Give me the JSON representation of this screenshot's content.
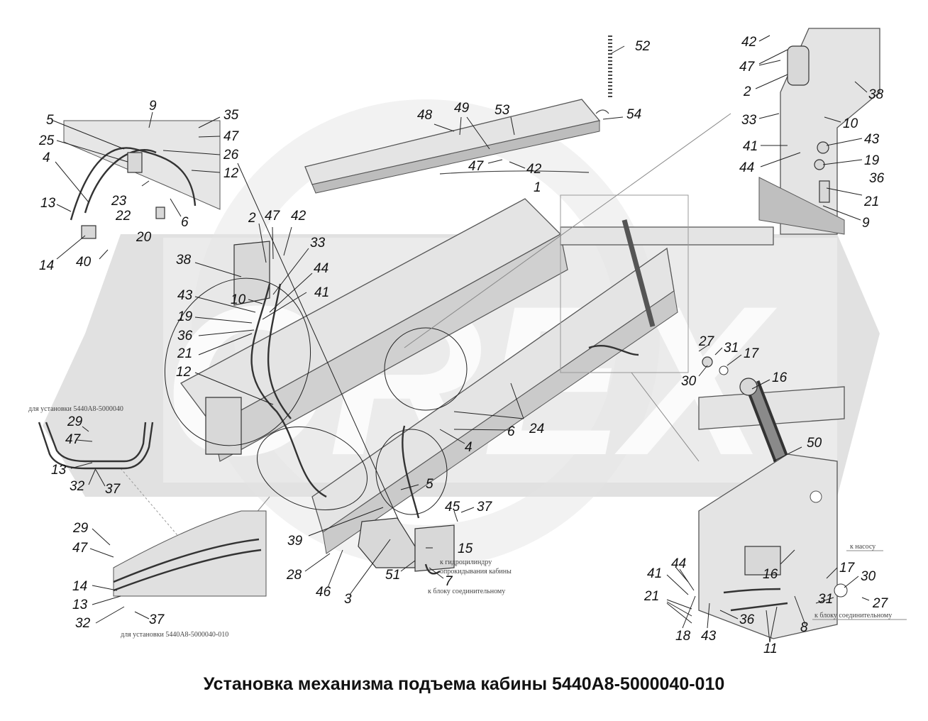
{
  "title": "Установка механизма подъема кабины 5440А8-5000040-010",
  "watermark": "OREX",
  "notes": {
    "install_a": "для установки 5440А8-5000040",
    "install_b": "для установки 5440А8-5000040-010",
    "to_cylinder": "к гидроцилиндру",
    "tipping": "опрокидывания кабины",
    "to_block": "к блоку соединительному",
    "to_block2": "к блоку соединительному",
    "to_pump": "к насосу"
  },
  "callouts": [
    {
      "id": "c52",
      "label": "52"
    },
    {
      "id": "c54",
      "label": "54"
    },
    {
      "id": "c48",
      "label": "48"
    },
    {
      "id": "c49",
      "label": "49"
    },
    {
      "id": "c53",
      "label": "53"
    },
    {
      "id": "c47a",
      "label": "47"
    },
    {
      "id": "c42a",
      "label": "42"
    },
    {
      "id": "c1",
      "label": "1"
    },
    {
      "id": "c42b",
      "label": "42"
    },
    {
      "id": "c47b",
      "label": "47"
    },
    {
      "id": "c2a",
      "label": "2"
    },
    {
      "id": "c38a",
      "label": "38"
    },
    {
      "id": "c33a",
      "label": "33"
    },
    {
      "id": "c10a",
      "label": "10"
    },
    {
      "id": "c43a",
      "label": "43"
    },
    {
      "id": "c41a",
      "label": "41"
    },
    {
      "id": "c19a",
      "label": "19"
    },
    {
      "id": "c44a",
      "label": "44"
    },
    {
      "id": "c36a",
      "label": "36"
    },
    {
      "id": "c21a",
      "label": "21"
    },
    {
      "id": "c9a",
      "label": "9"
    },
    {
      "id": "c9b",
      "label": "9"
    },
    {
      "id": "c35",
      "label": "35"
    },
    {
      "id": "c5a",
      "label": "5"
    },
    {
      "id": "c47c",
      "label": "47"
    },
    {
      "id": "c25",
      "label": "25"
    },
    {
      "id": "c26",
      "label": "26"
    },
    {
      "id": "c4a",
      "label": "4"
    },
    {
      "id": "c12a",
      "label": "12"
    },
    {
      "id": "c23",
      "label": "23"
    },
    {
      "id": "c22",
      "label": "22"
    },
    {
      "id": "c13a",
      "label": "13"
    },
    {
      "id": "c6a",
      "label": "6"
    },
    {
      "id": "c20",
      "label": "20"
    },
    {
      "id": "c14a",
      "label": "14"
    },
    {
      "id": "c40",
      "label": "40"
    },
    {
      "id": "c2b",
      "label": "2"
    },
    {
      "id": "c47d",
      "label": "47"
    },
    {
      "id": "c42c",
      "label": "42"
    },
    {
      "id": "c33b",
      "label": "33"
    },
    {
      "id": "c38b",
      "label": "38"
    },
    {
      "id": "c44b",
      "label": "44"
    },
    {
      "id": "c43b",
      "label": "43"
    },
    {
      "id": "c10b",
      "label": "10"
    },
    {
      "id": "c41b",
      "label": "41"
    },
    {
      "id": "c19b",
      "label": "19"
    },
    {
      "id": "c36b",
      "label": "36"
    },
    {
      "id": "c21b",
      "label": "21"
    },
    {
      "id": "c12b",
      "label": "12"
    },
    {
      "id": "c27a",
      "label": "27"
    },
    {
      "id": "c31a",
      "label": "31"
    },
    {
      "id": "c17a",
      "label": "17"
    },
    {
      "id": "c30a",
      "label": "30"
    },
    {
      "id": "c16a",
      "label": "16"
    },
    {
      "id": "c24",
      "label": "24"
    },
    {
      "id": "c6b",
      "label": "6"
    },
    {
      "id": "c4b",
      "label": "4"
    },
    {
      "id": "c50",
      "label": "50"
    },
    {
      "id": "c29a",
      "label": "29"
    },
    {
      "id": "c47e",
      "label": "47"
    },
    {
      "id": "c13b",
      "label": "13"
    },
    {
      "id": "c32a",
      "label": "32"
    },
    {
      "id": "c37a",
      "label": "37"
    },
    {
      "id": "c5b",
      "label": "5"
    },
    {
      "id": "c45",
      "label": "45"
    },
    {
      "id": "c37b",
      "label": "37"
    },
    {
      "id": "c39",
      "label": "39"
    },
    {
      "id": "c15",
      "label": "15"
    },
    {
      "id": "c28",
      "label": "28"
    },
    {
      "id": "c51",
      "label": "51"
    },
    {
      "id": "c7",
      "label": "7"
    },
    {
      "id": "c46",
      "label": "46"
    },
    {
      "id": "c3",
      "label": "3"
    },
    {
      "id": "c29b",
      "label": "29"
    },
    {
      "id": "c47f",
      "label": "47"
    },
    {
      "id": "c14b",
      "label": "14"
    },
    {
      "id": "c13c",
      "label": "13"
    },
    {
      "id": "c32b",
      "label": "32"
    },
    {
      "id": "c37c",
      "label": "37"
    },
    {
      "id": "c44c",
      "label": "44"
    },
    {
      "id": "c41c",
      "label": "41"
    },
    {
      "id": "c21c",
      "label": "21"
    },
    {
      "id": "c16b",
      "label": "16"
    },
    {
      "id": "c17b",
      "label": "17"
    },
    {
      "id": "c30b",
      "label": "30"
    },
    {
      "id": "c31b",
      "label": "31"
    },
    {
      "id": "c27b",
      "label": "27"
    },
    {
      "id": "c36c",
      "label": "36"
    },
    {
      "id": "c8",
      "label": "8"
    },
    {
      "id": "c18",
      "label": "18"
    },
    {
      "id": "c43c",
      "label": "43"
    },
    {
      "id": "c11",
      "label": "11"
    }
  ]
}
